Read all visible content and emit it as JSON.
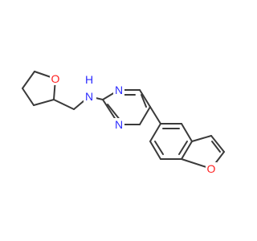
{
  "molecule": {
    "colors": {
      "bond": "#3a3a3a",
      "N": "#2b2bff",
      "O": "#ff2020"
    },
    "atoms": {
      "O_thf": "O",
      "N_amine": "N",
      "H_amine": "H",
      "N_pyr_top": "N",
      "N_pyr_bottom": "N",
      "O_furan": "O"
    }
  }
}
